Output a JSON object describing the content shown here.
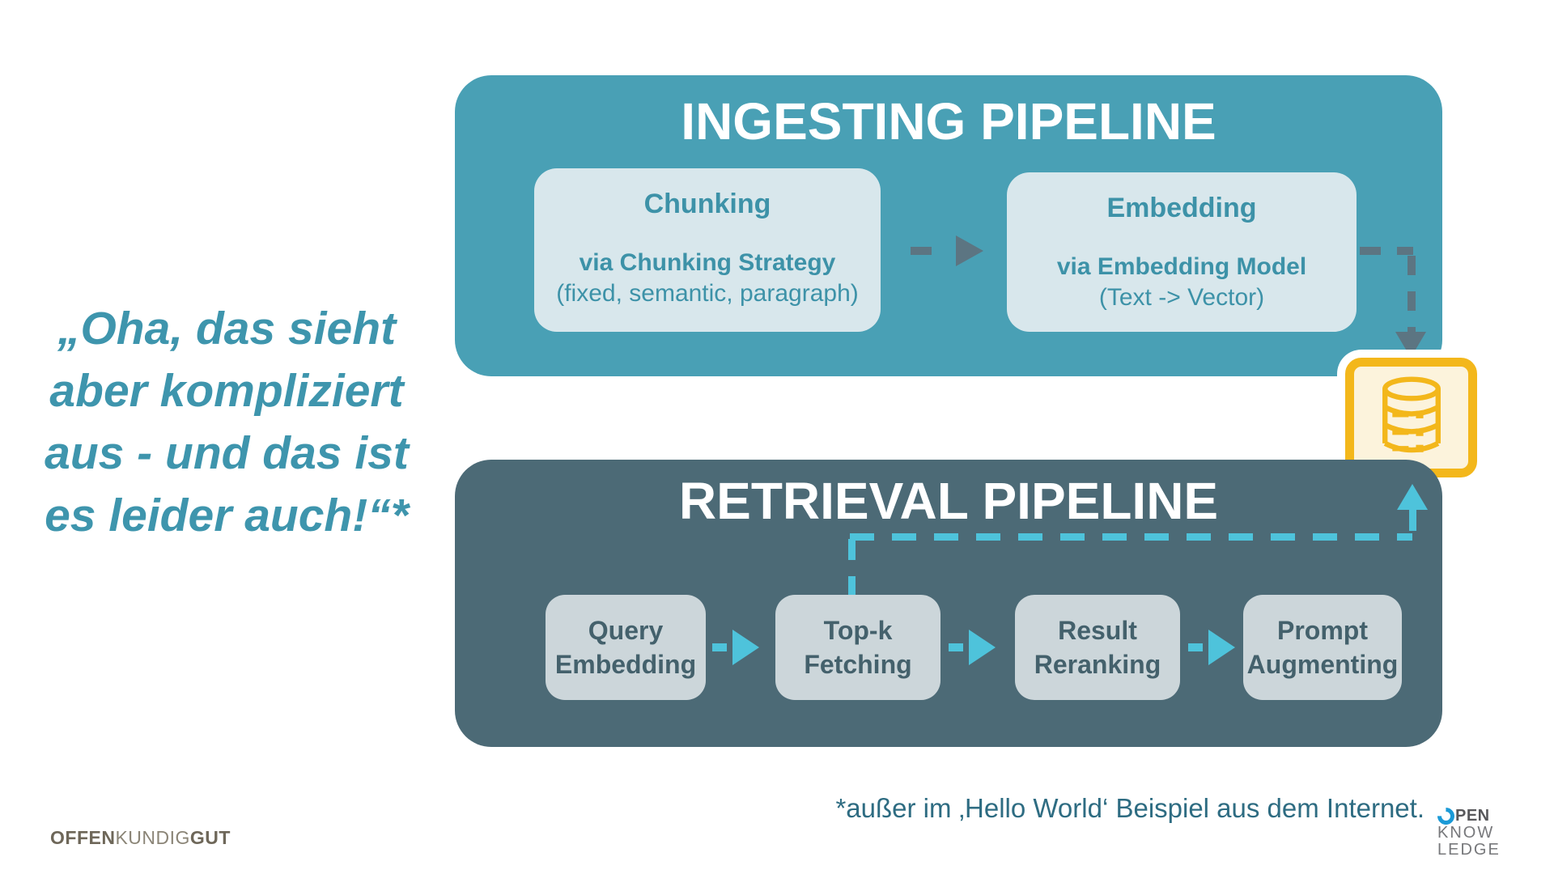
{
  "quote": {
    "lines": [
      "„Oha, das sieht",
      "aber kompliziert",
      "aus - und das ist",
      "es leider auch!“*"
    ]
  },
  "ingesting": {
    "title": "INGESTING PIPELINE",
    "boxes": [
      {
        "title": "Chunking",
        "sub1": "via Chunking Strategy",
        "sub2": "(fixed, semantic, paragraph)"
      },
      {
        "title": "Embedding",
        "sub1": "via Embedding Model",
        "sub2": "(Text -> Vector)"
      }
    ]
  },
  "retrieval": {
    "title": "RETRIEVAL PIPELINE",
    "boxes": [
      {
        "line1": "Query",
        "line2": "Embedding"
      },
      {
        "line1": "Top-k",
        "line2": "Fetching"
      },
      {
        "line1": "Result",
        "line2": "Reranking"
      },
      {
        "line1": "Prompt",
        "line2": "Augmenting"
      }
    ]
  },
  "database_icon": "vector-database",
  "footnote": "*außer im  ‚Hello World‘ Beispiel aus dem  Internet.",
  "logos": {
    "bottom_left": {
      "part1": "OFFEN",
      "part2": "KUNDIG",
      "part3": "GUT"
    },
    "bottom_right": {
      "line1_rest": "PEN",
      "line2": "KNOW",
      "line3": "LEDGE"
    }
  },
  "colors": {
    "ingest_panel": "#49A0B5",
    "retrieval_panel": "#4C6A76",
    "ingest_box": "#D8E7EC",
    "retrieval_box": "#CCD6DA",
    "teal_text": "#3D92A8",
    "slate_text": "#44616C",
    "accent_teal_arrow": "#4EC3DB",
    "slate_arrow": "#5C7582",
    "gold": "#F3B71B",
    "quote_text": "#3E95AD"
  }
}
